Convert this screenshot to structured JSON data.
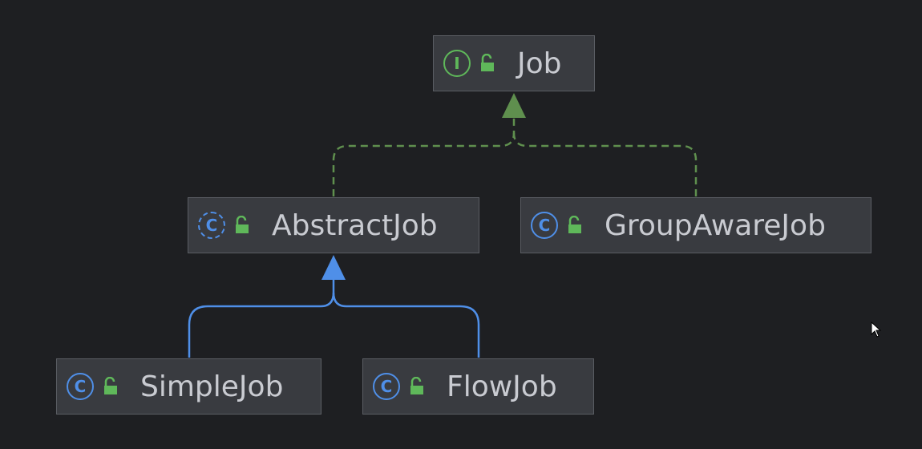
{
  "diagram": {
    "nodes": [
      {
        "id": "job",
        "label": "Job",
        "kind": "interface",
        "kind_letter": "I",
        "access": "public"
      },
      {
        "id": "abstractjob",
        "label": "AbstractJob",
        "kind": "abstract-class",
        "kind_letter": "C",
        "access": "public"
      },
      {
        "id": "groupawarejob",
        "label": "GroupAwareJob",
        "kind": "class",
        "kind_letter": "C",
        "access": "public"
      },
      {
        "id": "simplejob",
        "label": "SimpleJob",
        "kind": "class",
        "kind_letter": "C",
        "access": "public"
      },
      {
        "id": "flowjob",
        "label": "FlowJob",
        "kind": "class",
        "kind_letter": "C",
        "access": "public"
      }
    ],
    "edges": [
      {
        "from": "abstractjob",
        "to": "job",
        "type": "implements"
      },
      {
        "from": "groupawarejob",
        "to": "job",
        "type": "implements"
      },
      {
        "from": "simplejob",
        "to": "abstractjob",
        "type": "extends"
      },
      {
        "from": "flowjob",
        "to": "abstractjob",
        "type": "extends"
      }
    ],
    "colors": {
      "background": "#1e1f22",
      "node_fill": "#393b40",
      "implements_edge": "#5f8f4e",
      "extends_edge": "#4f8fe8",
      "interface_icon": "#5fb85a",
      "class_icon": "#4f8fe8",
      "access_icon": "#5fb85a"
    },
    "icons": {
      "interface": "interface-icon",
      "class": "class-icon",
      "abstract_class": "abstract-class-icon",
      "access": "public-lock-icon"
    }
  }
}
